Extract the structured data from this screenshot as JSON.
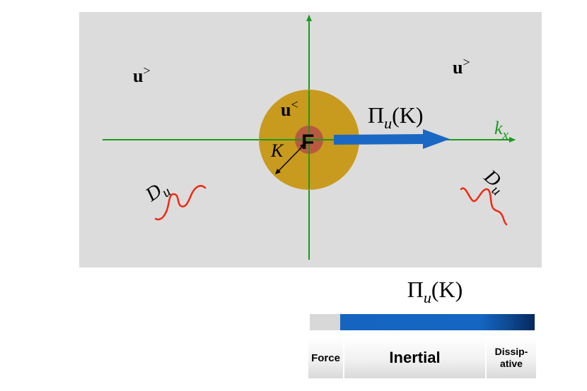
{
  "panel": {
    "background_color": "#dcdcdc",
    "axis_color": "#1a9a1a",
    "axis_label_kx": {
      "base": "k",
      "sub": "x"
    },
    "u_greater": {
      "base": "u",
      "sup": ">"
    },
    "u_less": {
      "base": "u",
      "sup": "<"
    },
    "forcing_label": "F",
    "radius_label": "K",
    "flux_label": {
      "base": "Π",
      "sub": "u",
      "arg": "(K)"
    },
    "dissipation_label": {
      "base": "D",
      "sub": "u"
    },
    "colors": {
      "outer_disk": "#c89a1e",
      "inner_disk": "#b85a3f",
      "flux_arrow": "#1a68c4",
      "dissipation_wave": "#f02a12"
    }
  },
  "legend": {
    "title": {
      "base": "Π",
      "sub": "u",
      "arg": "(K)"
    },
    "bar": {
      "force_color": "#d8d8d8",
      "flux_color": "#1565c0",
      "dissipative_color": "#06285c"
    },
    "regions": [
      "Force",
      "Inertial",
      "Dissip-\native"
    ]
  }
}
